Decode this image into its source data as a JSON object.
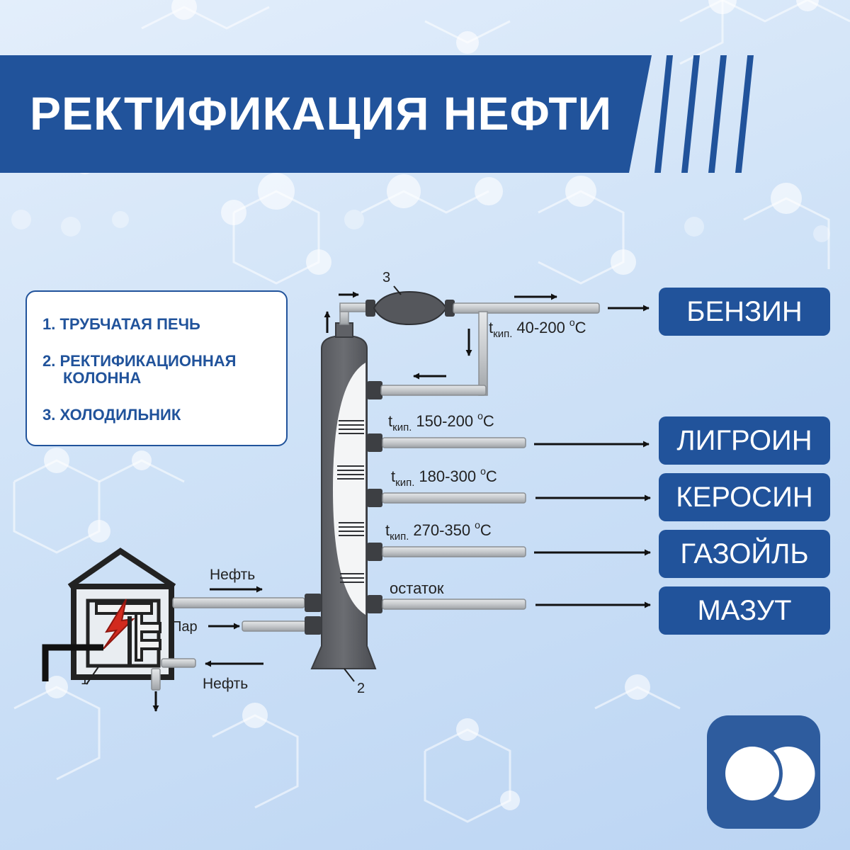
{
  "header": {
    "title": "РЕКТИФИКАЦИЯ НЕФТИ"
  },
  "legend": {
    "items": [
      {
        "number": "1.",
        "line1": "ТРУБЧАТАЯ ПЕЧЬ",
        "line2": ""
      },
      {
        "number": "2.",
        "line1": "РЕКТИФИКАЦИОННАЯ",
        "line2": "КОЛОННА"
      },
      {
        "number": "3.",
        "line1": "ХОЛОДИЛЬНИК",
        "line2": ""
      }
    ]
  },
  "products": [
    "БЕНЗИН",
    "ЛИГРОИН",
    "КЕРОСИН",
    "ГАЗОЙЛЬ",
    "МАЗУТ"
  ],
  "fractions": {
    "t_symbol": "t",
    "t_subscript": "кип.",
    "degree_symbol": "о",
    "unit": "С",
    "ranges": [
      "40-200",
      "150-200",
      "180-300",
      "270-350"
    ],
    "residue": "остаток"
  },
  "inputs": {
    "oil_in": "Нефть",
    "oil_return": "Нефть",
    "steam": "Пар"
  },
  "markers": {
    "furnace": "1",
    "column": "2",
    "cooler": "3"
  },
  "colors": {
    "brand_blue": "#21539b",
    "equipment_gray": "#5f6166",
    "pipe_light": "#c9cccf",
    "flame_red": "#d22a1e"
  },
  "icons": {
    "logo": "two-circles-logo-icon"
  }
}
